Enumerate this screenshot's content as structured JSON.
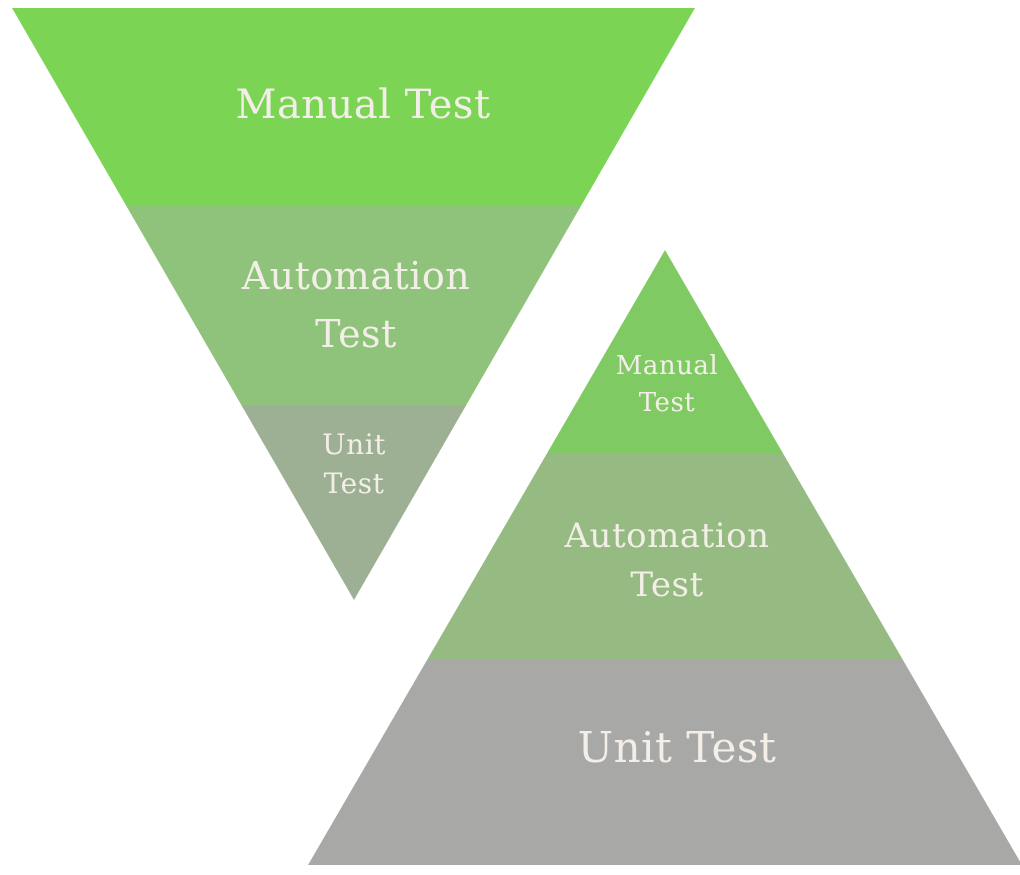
{
  "colors": {
    "background": "#ffffff",
    "label_text": "#f3efe8"
  },
  "inverted_pyramid": {
    "levels": [
      {
        "label": "Manual Test",
        "line1": "Manual Test",
        "color": "#7cd455"
      },
      {
        "label": "Automation Test",
        "line1": "Automation",
        "line2": "Test",
        "color": "#8fc37b"
      },
      {
        "label": "Unit Test",
        "line1": "Unit",
        "line2": "Test",
        "color": "#9db093"
      }
    ]
  },
  "upright_pyramid": {
    "levels": [
      {
        "label": "Manual Test",
        "line1": "Manual",
        "line2": "Test",
        "color": "#80ca64"
      },
      {
        "label": "Automation Test",
        "line1": "Automation",
        "line2": "Test",
        "color": "#95ba82"
      },
      {
        "label": "Unit Test",
        "line1": "Unit Test",
        "color": "#a8a8a6"
      }
    ]
  }
}
